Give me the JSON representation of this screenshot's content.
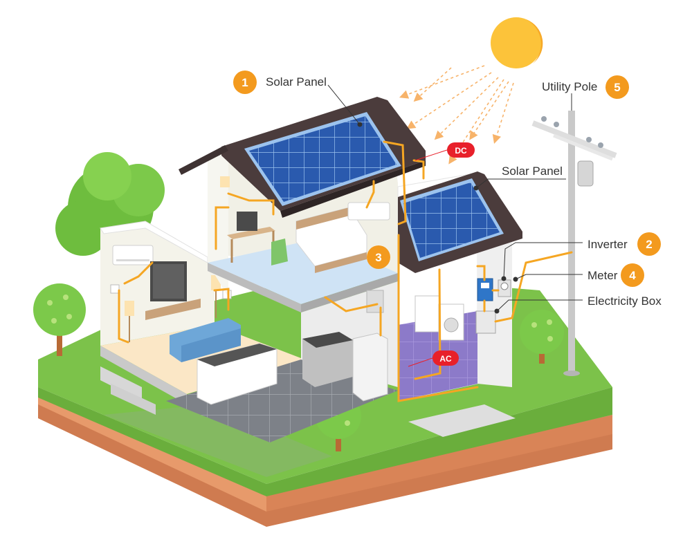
{
  "labels": {
    "solar_panel_1": "Solar Panel",
    "solar_panel_2": "Solar Panel",
    "utility_pole": "Utility Pole",
    "inverter": "Inverter",
    "meter": "Meter",
    "electricity_box": "Electricity Box"
  },
  "badges": {
    "dc": "DC",
    "ac": "AC"
  },
  "numbers": {
    "n1": "1",
    "n2": "2",
    "n3": "3",
    "n4": "4",
    "n5": "5"
  },
  "colors": {
    "accent_orange": "#f39a1e",
    "wire_orange": "#f5a623",
    "badge_red": "#e8202a",
    "panel_blue": "#2f5fb3",
    "roof_dark": "#4a3b3b",
    "grass": "#7cc24a",
    "soil": "#e89a6a",
    "sun": "#fcc33a"
  }
}
